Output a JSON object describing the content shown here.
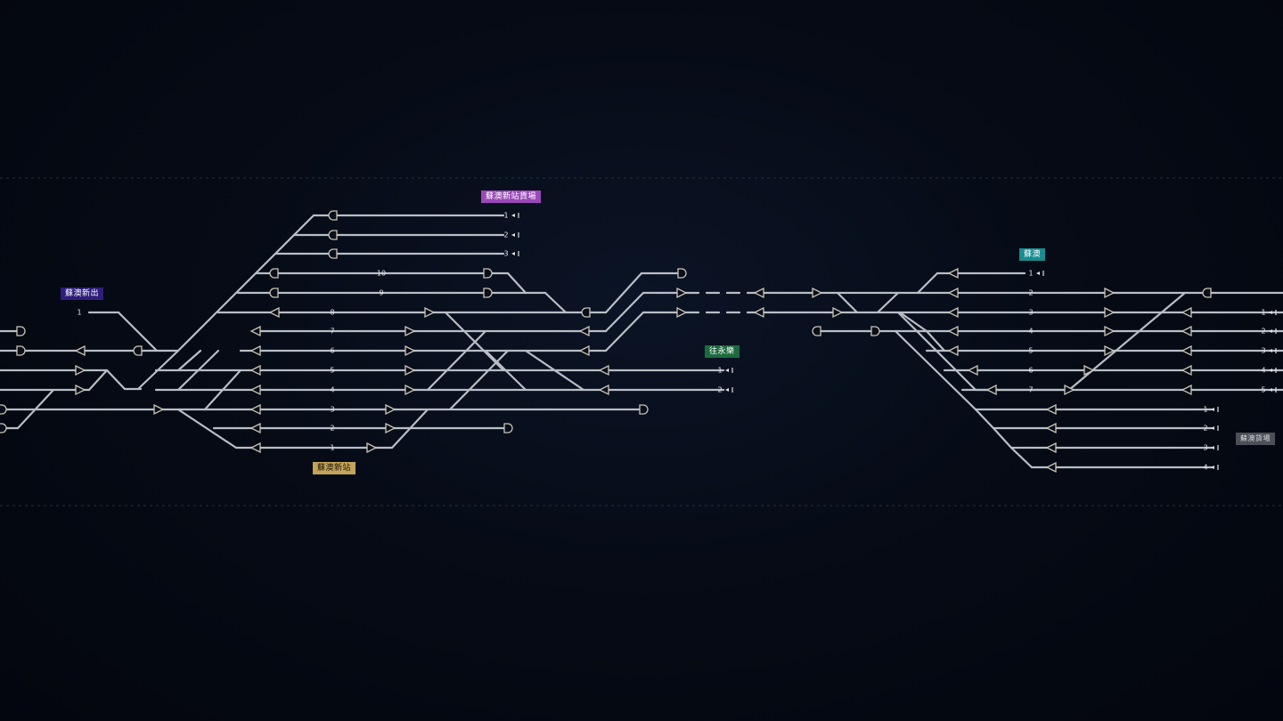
{
  "stations": [
    {
      "key": "west_exit",
      "label": "蘇澳新出",
      "bg": "#2e1d7a",
      "fg": "#ffffff"
    },
    {
      "key": "freight_yard",
      "label": "蘇澳新站貨場",
      "bg": "#9a49b8",
      "fg": "#ffffff"
    },
    {
      "key": "suao_new",
      "label": "蘇澳新站",
      "bg": "#c4a45a",
      "fg": "#1a1305"
    },
    {
      "key": "yongle",
      "label": "往永樂",
      "bg": "#1c6b3e",
      "fg": "#ffffff"
    },
    {
      "key": "suao",
      "label": "蘇澳",
      "bg": "#1a8c90",
      "fg": "#ffffff"
    },
    {
      "key": "suao_yard",
      "label": "蘇澳貨場",
      "bg": "#4a4f58",
      "fg": "#d8d8d8"
    }
  ],
  "track_numbers": {
    "freight": [
      "1",
      "2",
      "3"
    ],
    "main": [
      "10",
      "9",
      "8",
      "7",
      "6",
      "5",
      "4",
      "3",
      "2",
      "1"
    ],
    "west_exit": [
      "1"
    ],
    "yongle": [
      "1",
      "2"
    ],
    "suao": [
      "1",
      "2",
      "3",
      "4",
      "5",
      "6",
      "7"
    ],
    "suao_right": [
      "1",
      "2",
      "3",
      "4",
      "5"
    ],
    "suao_yard": [
      "1",
      "2",
      "3",
      "4"
    ]
  }
}
